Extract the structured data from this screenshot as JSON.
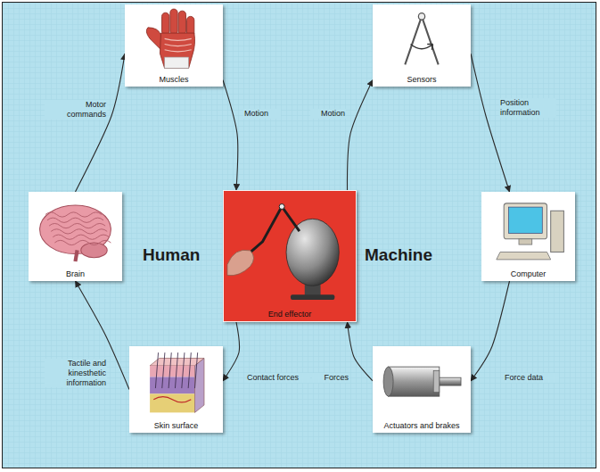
{
  "diagram": {
    "nodes": [
      {
        "text": [
          "Muscles"
        ]
      },
      {
        "text": [
          "Sensors"
        ]
      },
      {
        "text": [
          "Brain"
        ]
      },
      {
        "text": [
          "End effector"
        ]
      },
      {
        "text": [
          "Computer"
        ]
      },
      {
        "text": [
          "Skin surface"
        ]
      },
      {
        "text": [
          "Actuators and brakes"
        ]
      }
    ],
    "edges": [
      {
        "from": 2,
        "to": 0,
        "label": "Motor commands",
        "arrow": "to"
      },
      {
        "from": 0,
        "to": 3,
        "label": "Motion",
        "arrow": "to"
      },
      {
        "from": 3,
        "to": 5,
        "label": "Contact forces",
        "arrow": "to"
      },
      {
        "from": 5,
        "to": 2,
        "label": "Tactile and kinesthetic information",
        "arrow": "to"
      },
      {
        "from": 3,
        "to": 1,
        "label": "Motion",
        "arrow": "to"
      },
      {
        "from": 1,
        "to": 4,
        "label": "Position information",
        "arrow": "to"
      },
      {
        "from": 4,
        "to": 6,
        "label": "Force data",
        "arrow": "to"
      },
      {
        "from": 6,
        "to": 3,
        "label": "Forces",
        "arrow": "to"
      }
    ],
    "labels": [
      "Human",
      "Machine"
    ]
  }
}
